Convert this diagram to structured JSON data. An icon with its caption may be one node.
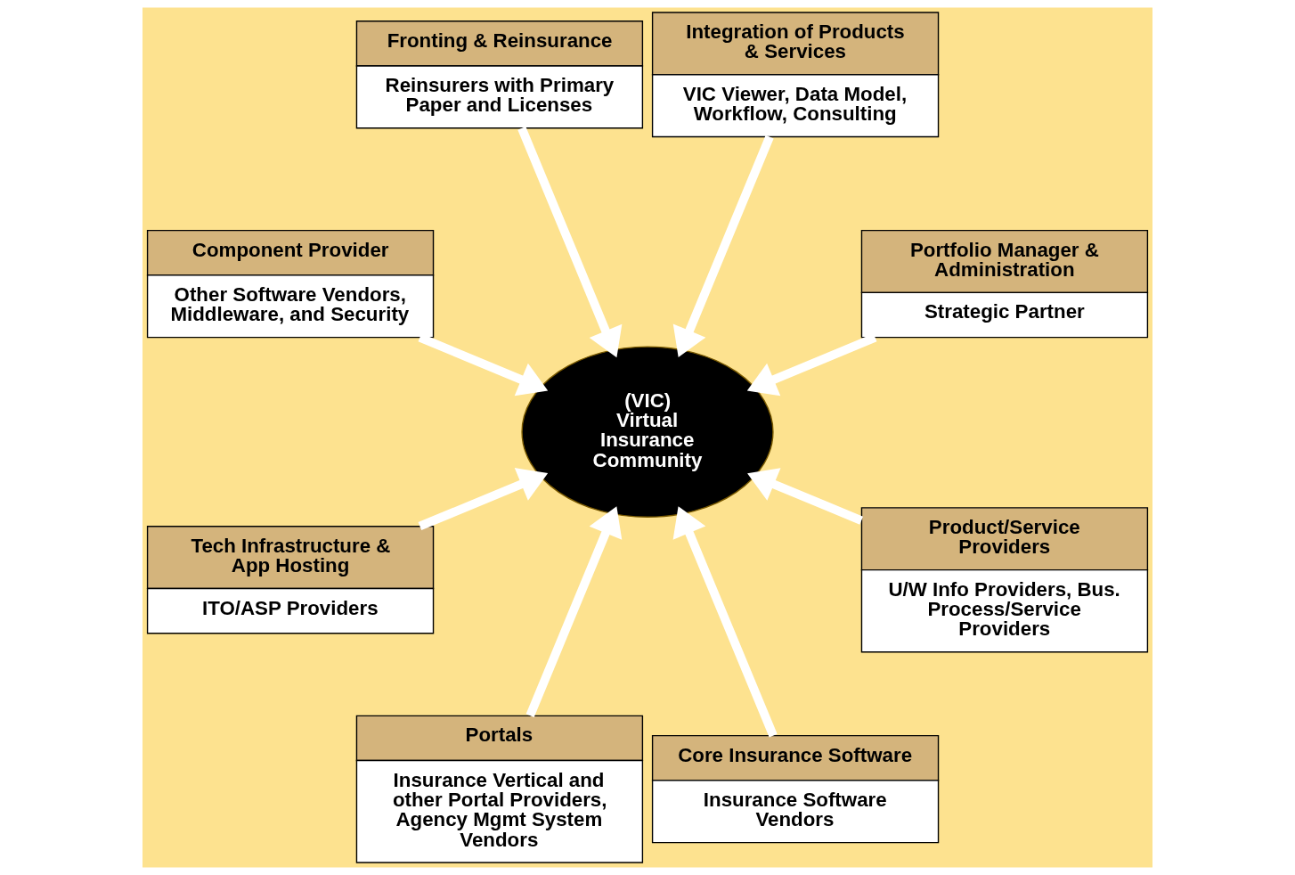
{
  "diagram": {
    "nodes": [
      {
        "text": [
          "Portfolio Manager & Administration",
          "Strategic Partner"
        ]
      },
      {
        "text": [
          "Integration of Products & Services",
          "VIC Viewer, Data Model, Workflow, Consulting"
        ]
      },
      {
        "text": [
          "Fronting & Reinsurance",
          "Reinsurers with Primary Paper and Licenses"
        ]
      },
      {
        "text": [
          "Component Provider",
          "Other Software Vendors, Middleware, and Security"
        ]
      },
      {
        "text": [
          "(VIC) Virtual Insurance Community"
        ]
      },
      {
        "text": [
          "Tech Infrastructure & App Hosting",
          "ITO/ASP Providers"
        ]
      },
      {
        "text": [
          "Portals",
          "Insurance Vertical and other Portal Providers, Agency Mgmt System Vendors"
        ]
      },
      {
        "text": [
          "Core Insurance Software",
          "Insurance Software Vendors"
        ]
      },
      {
        "text": [
          "Product/Service Providers",
          "U/W Info Providers, Bus. Process/Service Providers"
        ]
      }
    ],
    "edges": [
      {
        "from": 0,
        "to": 4,
        "arrow": "to"
      },
      {
        "from": 1,
        "to": 4,
        "arrow": "to"
      },
      {
        "from": 2,
        "to": 4,
        "arrow": "to"
      },
      {
        "from": 3,
        "to": 4,
        "arrow": "to"
      },
      {
        "from": 5,
        "to": 4,
        "arrow": "to"
      },
      {
        "from": 6,
        "to": 4,
        "arrow": "to"
      },
      {
        "from": 7,
        "to": 4,
        "arrow": "to"
      },
      {
        "from": 8,
        "to": 4,
        "arrow": "to"
      }
    ]
  }
}
